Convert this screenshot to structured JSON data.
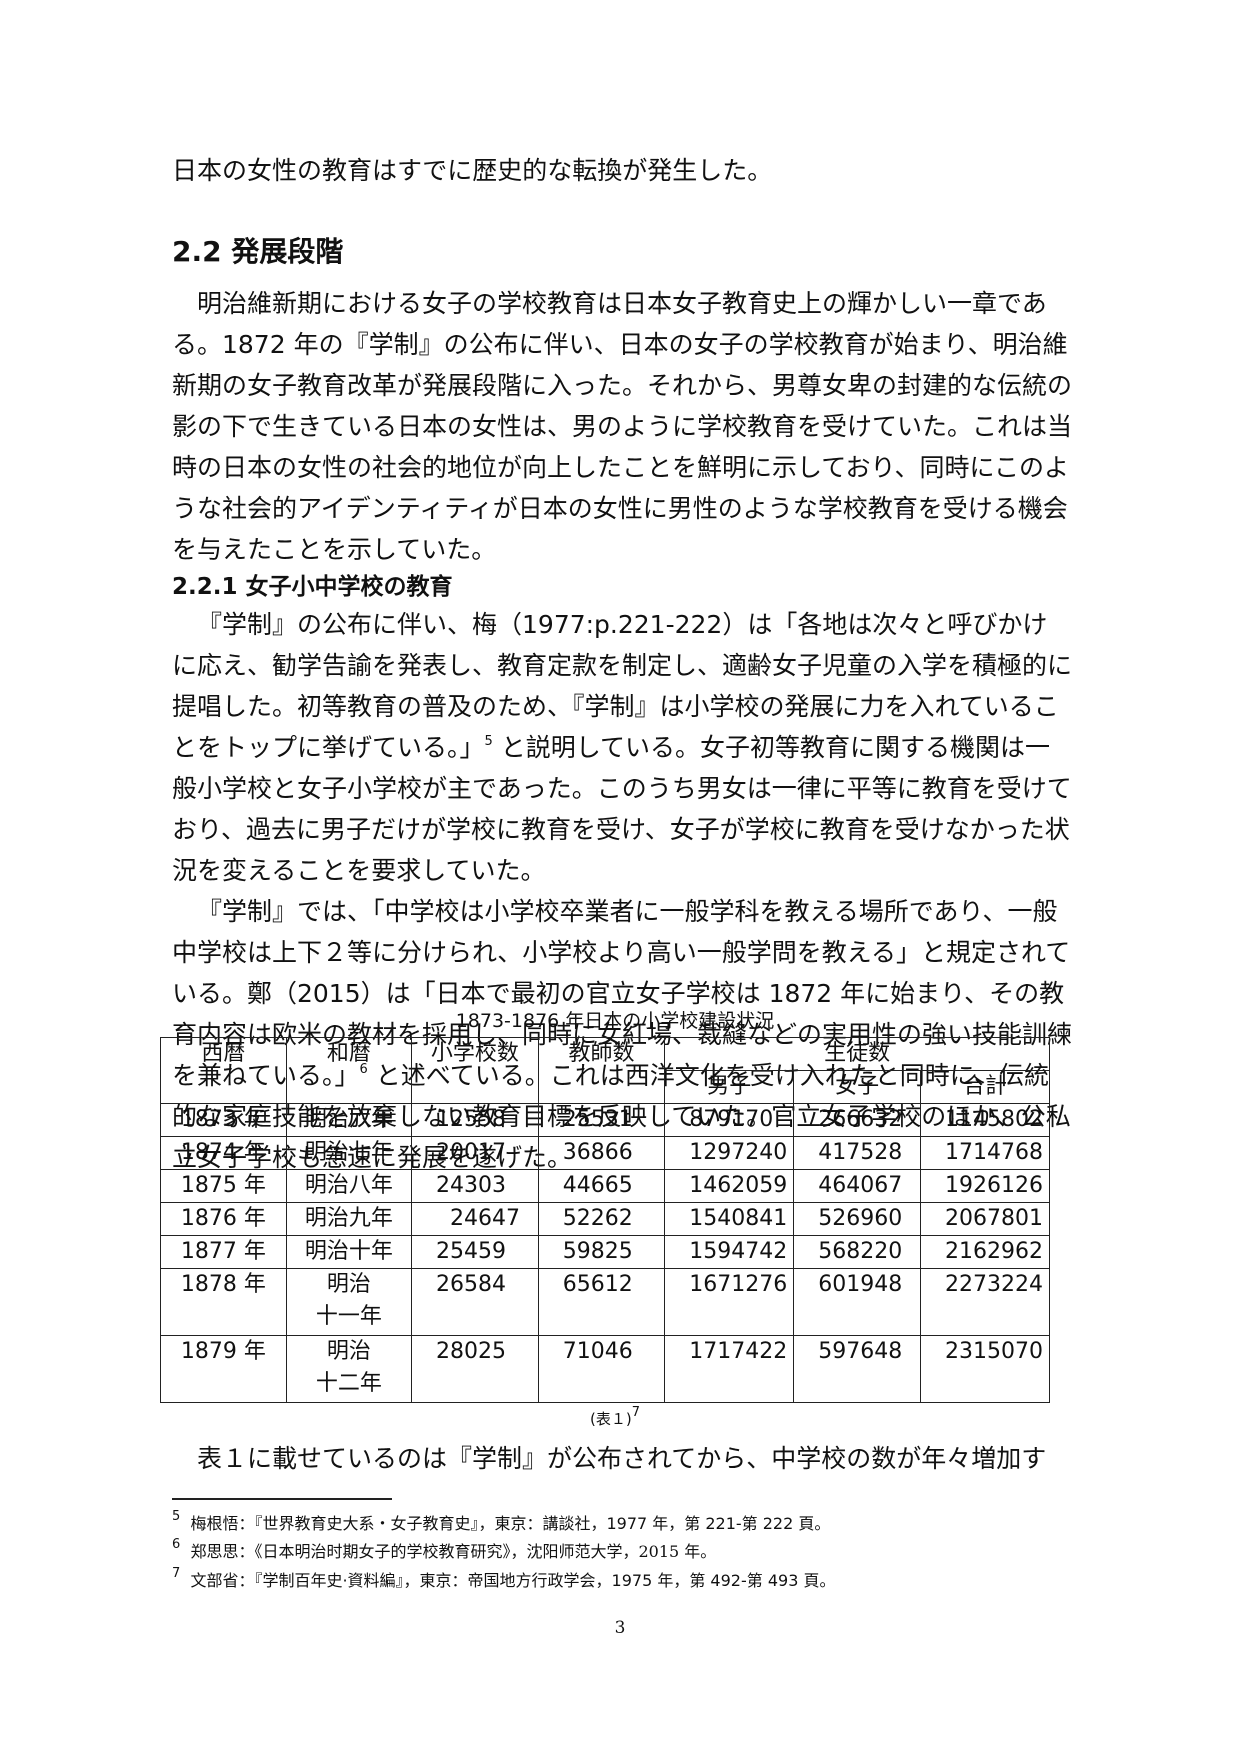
{
  "intro_line": "日本の女性の教育はすでに歴史的な転換が発生した。",
  "heading_2_2": "2.2 発展段階",
  "para1": "明治維新期における女子の学校教育は日本女子教育史上の輝かしい一章である。1872 年の『学制』の公布に伴い、日本の女子の学校教育が始まり、明治維新期の女子教育改革が発展段階に入った。それから、男尊女卑の封建的な伝統の影の下で生きている日本の女性は、男のように学校教育を受けていた。これは当時の日本の女性の社会的地位が向上したことを鮮明に示しており、同時にこのような社会的アイデンティティが日本の女性に男性のような学校教育を受ける機会を与えたことを示していた。",
  "heading_2_2_1": "2.2.1 女子小中学校の教育",
  "para2": {
    "before": "『学制』の公布に伴い、梅（1977:p.221-222）は「各地は次々と呼びかけに応え、勧学告諭を発表し、教育定款を制定し、適齢女子児童の入学を積極的に提唱した。初等教育の普及のため、『学制』は小学校の発展に力を入れていることをトップに挙げている。」",
    "ref": "5",
    "after": " と説明している。女子初等教育に関する機関は一般小学校と女子小学校が主であった。このうち男女は一律に平等に教育を受けており、過去に男子だけが学校に教育を受け、女子が学校に教育を受けなかった状況を変えることを要求していた。"
  },
  "para3": {
    "before": "『学制』では、「中学校は小学校卒業者に一般学科を教える場所であり、一般中学校は上下２等に分けられ、小学校より高い一般学問を教える」と規定されている。鄭（2015）は「日本で最初の官立女子学校は 1872 年に始まり、その教育内容は欧米の教材を採用し、同時に女紅場、裁縫などの実用性の強い技能訓練を兼ねている。」",
    "ref": "6",
    "after": " と述べている。これは西洋文化を受け入れたと同時に、伝統的な家庭技能を放棄しない教育目標を反映していた。官立女子学校のほか、公私立女子学校も急速に発展を遂げた。"
  },
  "table": {
    "caption": "1873-1876 年日本の小学校建設状況",
    "headers": {
      "year": "西暦",
      "era": "和暦",
      "schools": "小学校数",
      "teachers": "教師数",
      "students": "生徒数",
      "male": "男子",
      "female": "女子",
      "total": "合計"
    },
    "rows": [
      {
        "year": "1873 年",
        "era": "明治六年",
        "schools": "12558",
        "teachers": "25531",
        "male": "879170",
        "female": "266632",
        "total": "1145802"
      },
      {
        "year": "1874 年",
        "era": "明治七年",
        "schools": "20017",
        "teachers": "36866",
        "male": "1297240",
        "female": "417528",
        "total": "1714768"
      },
      {
        "year": "1875 年",
        "era": "明治八年",
        "schools": "24303",
        "teachers": "44665",
        "male": "1462059",
        "female": "464067",
        "total": "1926126"
      },
      {
        "year": "1876 年",
        "era": "明治九年",
        "schools": "24647",
        "teachers": "52262",
        "male": "1540841",
        "female": "526960",
        "total": "2067801"
      },
      {
        "year": "1877 年",
        "era": "明治十年",
        "schools": "25459",
        "teachers": "59825",
        "male": "1594742",
        "female": "568220",
        "total": "2162962"
      },
      {
        "year": "1878 年",
        "era_line1": "明治",
        "era_line2": "十一年",
        "schools": "26584",
        "teachers": "65612",
        "male": "1671276",
        "female": "601948",
        "total": "2273224"
      },
      {
        "year": "1879 年",
        "era_line1": "明治",
        "era_line2": "十二年",
        "schools": "28025",
        "teachers": "71046",
        "male": "1717422",
        "female": "597648",
        "total": "2315070"
      }
    ],
    "note": "(表１)",
    "note_ref": "7"
  },
  "para4": "表１に載せているのは『学制』が公布されてから、中学校の数が年々増加す",
  "footnotes": [
    {
      "num": "5",
      "text": "梅根悟：『世界教育史大系・女子教育史』，東京：講談社，1977 年，第 221-第 222 頁。"
    },
    {
      "num": "6",
      "text": "郑思思：《日本明治时期女子的学校教育研究》，沈阳师范大学，2015 年。"
    },
    {
      "num": "7",
      "text": "文部省：『学制百年史·資料編』，東京：帝国地方行政学会，1975 年，第 492-第 493 頁。"
    }
  ],
  "page_number": "3"
}
